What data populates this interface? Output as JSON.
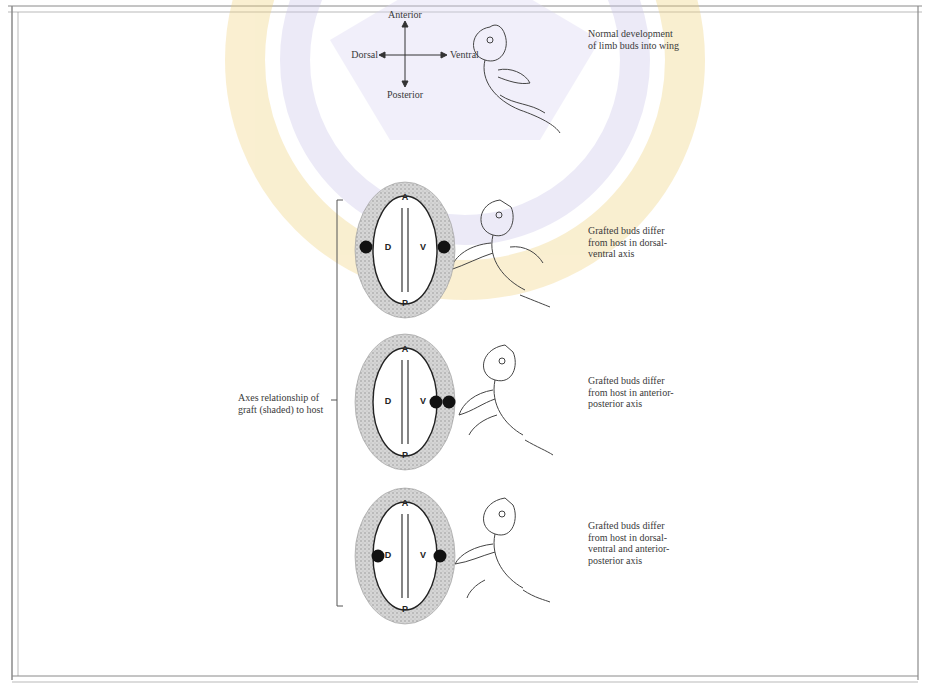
{
  "diagram": {
    "labels": [
      "Anterior",
      "Dorsal",
      "Ventral",
      "Posterior",
      "Normal development of limb buds into wing",
      "Grafted buds differ from host in dorsal-ventral axis",
      "Axes relationship of graft (shaded) to host",
      "Grafted buds differ from host in anterior-posterior axis",
      "Grafted buds differ from host in dorsal-ventral and anterior-posterior axis",
      "A",
      "P",
      "D",
      "V",
      "A",
      "P",
      "D",
      "V",
      "A",
      "P",
      "D",
      "V"
    ]
  }
}
